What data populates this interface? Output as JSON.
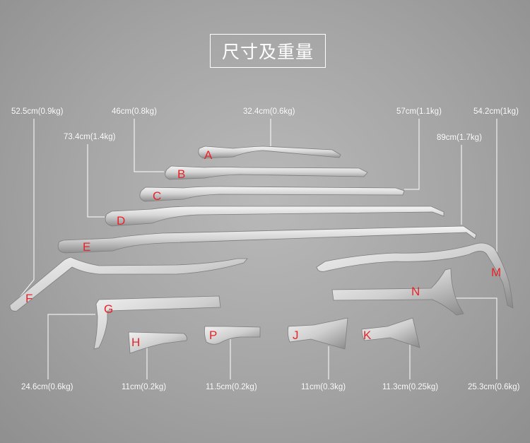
{
  "title": "尺寸及重量",
  "colors": {
    "accent": "#e8232a",
    "leader": "#ffffff"
  },
  "tools": {
    "A": {
      "letter": "A",
      "dimension": "32.4cm(0.6kg)"
    },
    "B": {
      "letter": "B",
      "dimension": "46cm(0.8kg)"
    },
    "C": {
      "letter": "C",
      "dimension": "57cm(1.1kg)"
    },
    "D": {
      "letter": "D",
      "dimension": "73.4cm(1.4kg)"
    },
    "E": {
      "letter": "E",
      "dimension": "89cm(1.7kg)"
    },
    "F": {
      "letter": "F",
      "dimension": "52.5cm(0.9kg)"
    },
    "M": {
      "letter": "M",
      "dimension": "54.2cm(1kg)"
    },
    "G": {
      "letter": "G",
      "dimension": "24.6cm(0.6kg)"
    },
    "H": {
      "letter": "H",
      "dimension": "11cm(0.2kg)"
    },
    "P": {
      "letter": "P",
      "dimension": "11.5cm(0.2kg)"
    },
    "J": {
      "letter": "J",
      "dimension": "11cm(0.3kg)"
    },
    "K": {
      "letter": "K",
      "dimension": "11.3cm(0.25kg)"
    },
    "N": {
      "letter": "N",
      "dimension": "25.3cm(0.6kg)"
    }
  }
}
